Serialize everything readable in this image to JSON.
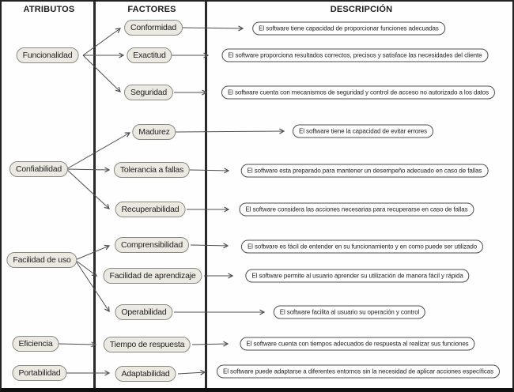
{
  "headers": {
    "atributos": "ATRIBUTOS",
    "factores": "FACTORES",
    "descripcion": "DESCRIPCIÓN"
  },
  "attributes": [
    {
      "label": "Funcionalidad"
    },
    {
      "label": "Confiabilidad"
    },
    {
      "label": "Facilidad de uso"
    },
    {
      "label": "Eficiencia"
    },
    {
      "label": "Portabilidad"
    }
  ],
  "factors": [
    {
      "label": "Conformidad",
      "attribute": "Funcionalidad",
      "description": "El software tiene capacidad de proporcionar funciones adecuadas"
    },
    {
      "label": "Exactitud",
      "attribute": "Funcionalidad",
      "description": "El software proporciona resultados correctos, precisos y satisface las necesidades del cliente"
    },
    {
      "label": "Seguridad",
      "attribute": "Funcionalidad",
      "description": "El software cuenta con mecanismos de seguridad y control de acceso no autorizado a los datos"
    },
    {
      "label": "Madurez",
      "attribute": "Confiabilidad",
      "description": "El software tiene la capacidad de evitar errores"
    },
    {
      "label": "Tolerancia a fallas",
      "attribute": "Confiabilidad",
      "description": "El software esta preparado para mantener un desempeño adecuado en caso de fallas"
    },
    {
      "label": "Recuperabilidad",
      "attribute": "Confiabilidad",
      "description": "El software considera las acciones necesarias para recuperarse en caso de fallas"
    },
    {
      "label": "Comprensibilidad",
      "attribute": "Facilidad de uso",
      "description": "El software es fácil de entender en su funcionamiento y en como puede ser utilizado"
    },
    {
      "label": "Facilidad de aprendizaje",
      "attribute": "Facilidad de uso",
      "description": "El software permite al usuario aprender su utilización de manera fácil y rápida"
    },
    {
      "label": "Operabilidad",
      "attribute": "Facilidad de uso",
      "description": "El software facilita al usuario su operación y control"
    },
    {
      "label": "Tiempo de respuesta",
      "attribute": "Eficiencia",
      "description": "El software cuenta con tiempos adecuados de respuesta al realizar sus funciones"
    },
    {
      "label": "Adaptabilidad",
      "attribute": "Portabilidad",
      "description": "El software puede adaptarse a diferentes entornos sin la necesidad de aplicar acciones específicas"
    }
  ],
  "colors": {
    "node_fill": "#ece9e2",
    "node_border": "#8a8a85",
    "description_fill": "#ffffff",
    "description_border": "#4d4d4d",
    "connector_line": "#4d4d4d",
    "frame_border": "#222222",
    "text": "#1f1f1f"
  }
}
